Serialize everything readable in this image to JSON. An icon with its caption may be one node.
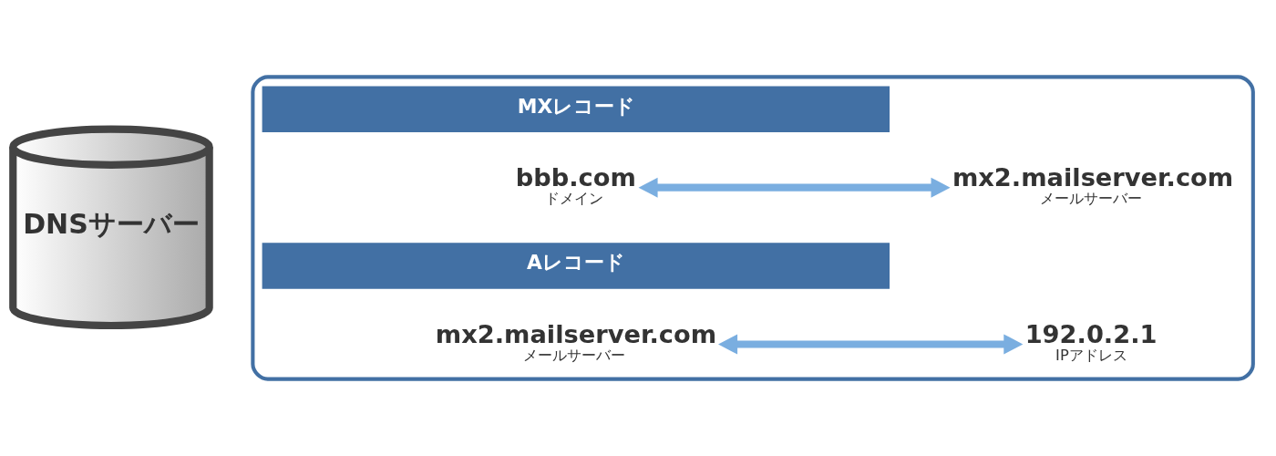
{
  "diagram": {
    "nodes": [
      {
        "text": [
          "DNSサーバー"
        ]
      },
      {
        "text": [],
        "shape": "box"
      },
      {
        "text": [
          "MXレコード"
        ],
        "in": 1
      },
      {
        "text": [
          "bbb.com",
          "ドメイン"
        ],
        "in": 1
      },
      {
        "text": [
          "mx2.mailserver.com",
          "メールサーバー"
        ],
        "in": 1
      },
      {
        "text": [
          "Aレコード"
        ],
        "in": 1
      },
      {
        "text": [
          "mx2.mailserver.com",
          "メールサーバー"
        ],
        "in": 1
      },
      {
        "text": [
          "192.0.2.1",
          "IPアドレス"
        ],
        "in": 1
      }
    ],
    "edges": [
      {
        "from": 3,
        "to": 4,
        "arrow": "both"
      },
      {
        "from": 6,
        "to": 7,
        "arrow": "both"
      }
    ]
  }
}
